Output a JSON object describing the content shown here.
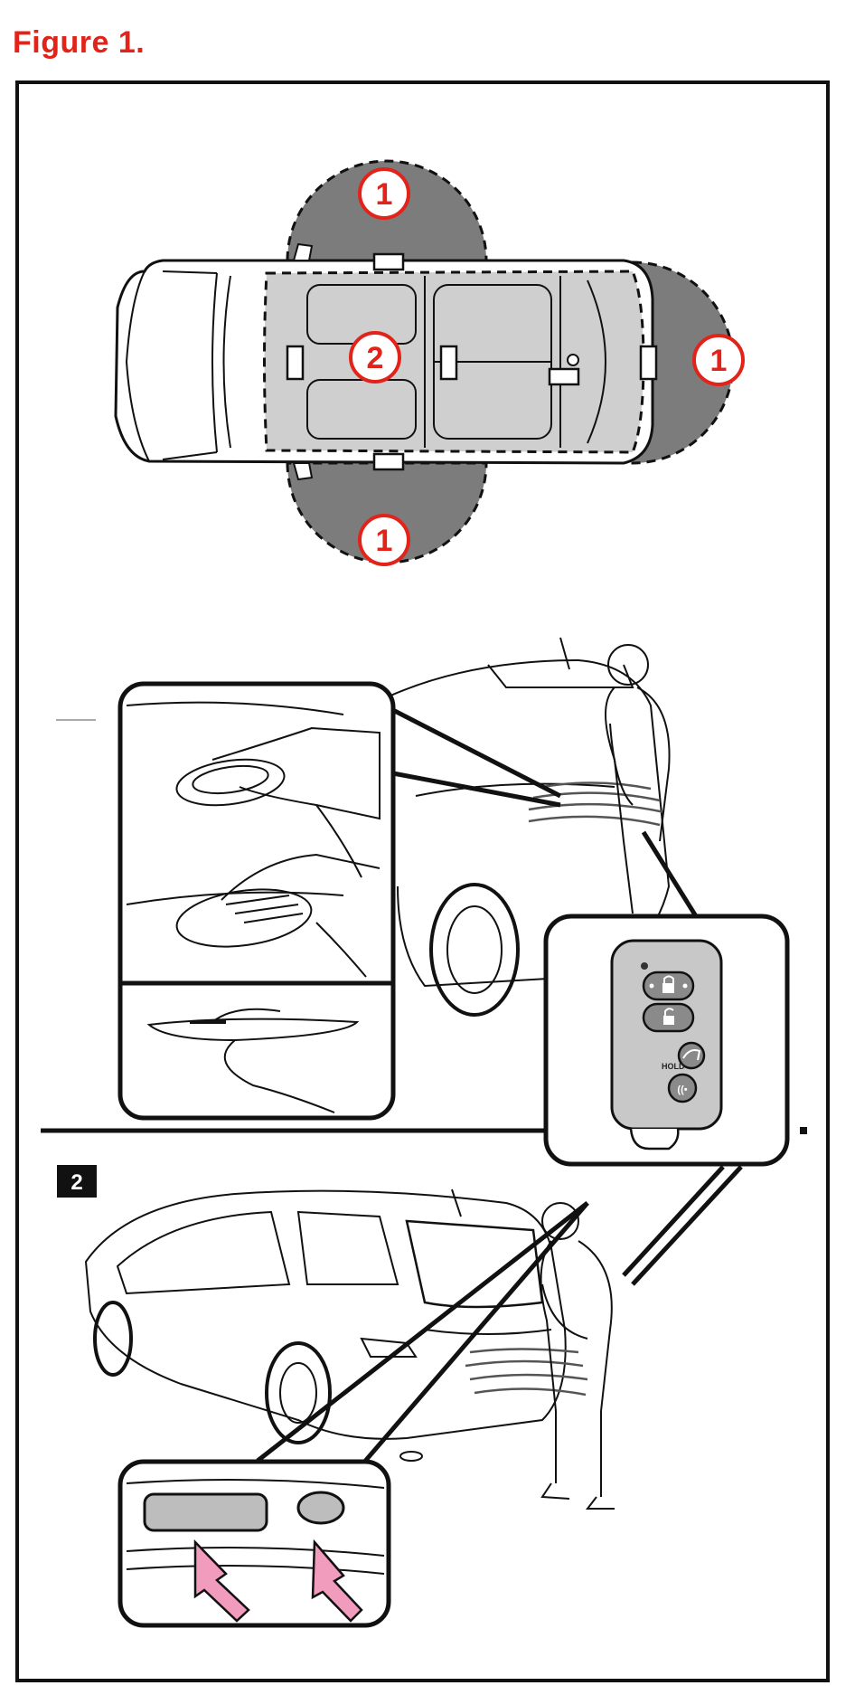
{
  "figure": {
    "title": "Figure 1.",
    "title_color": "#e2231a"
  },
  "diagram": {
    "zone_labels": {
      "front_door_zone": "1",
      "passenger_door_zone": "1",
      "rear_zone": "1",
      "interior_zone": "2"
    },
    "section_label": "2",
    "key_fob": {
      "hold_label": "HOLD"
    },
    "colors": {
      "zone_exterior": "#7c7c7c",
      "zone_interior": "#cfcfcf",
      "badge_red": "#e2231a",
      "arrow_pink": "#f19bbd"
    }
  }
}
